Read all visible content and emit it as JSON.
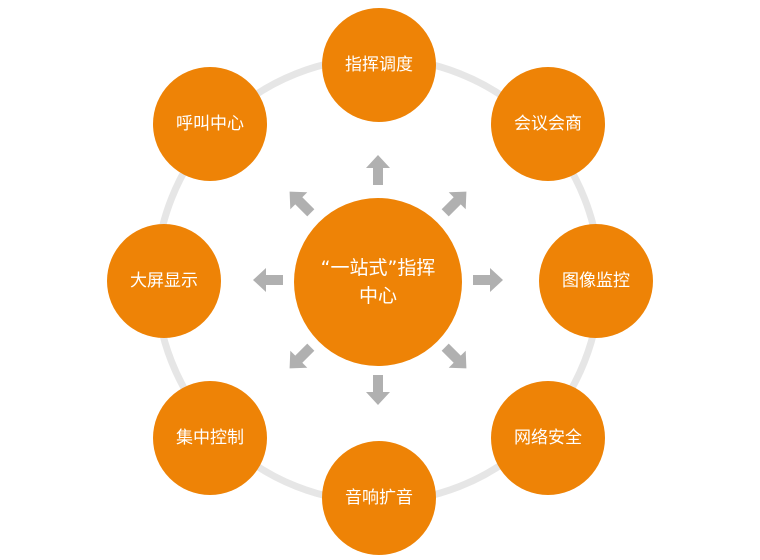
{
  "center": {
    "label": "“一站式”指挥中心"
  },
  "nodes": [
    {
      "label": "指挥调度"
    },
    {
      "label": "会议会商"
    },
    {
      "label": "图像监控"
    },
    {
      "label": "网络安全"
    },
    {
      "label": "音响扩音"
    },
    {
      "label": "集中控制"
    },
    {
      "label": "大屏显示"
    },
    {
      "label": "呼叫中心"
    }
  ],
  "colors": {
    "node_fill": "#ee8306",
    "node_text": "#ffffff",
    "ring": "#e6e6e6",
    "arrow": "#b0b0b0"
  }
}
